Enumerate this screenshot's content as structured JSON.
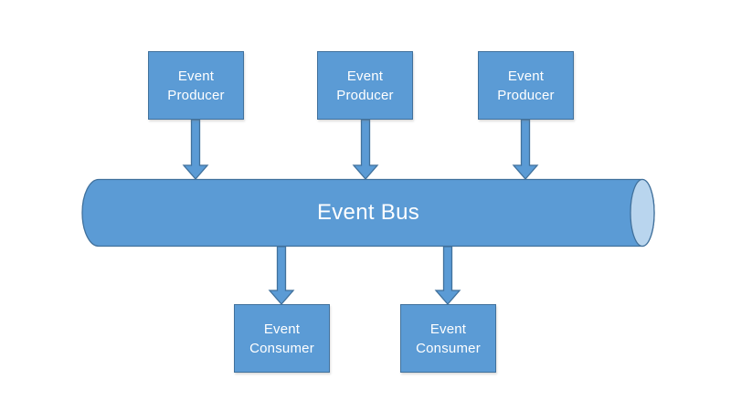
{
  "diagram": {
    "type": "architecture-diagram",
    "bus": {
      "label": "Event Bus"
    },
    "producers": [
      {
        "label": "Event Producer"
      },
      {
        "label": "Event Producer"
      },
      {
        "label": "Event Producer"
      }
    ],
    "consumers": [
      {
        "label": "Event Consumer"
      },
      {
        "label": "Event Consumer"
      }
    ],
    "edges": [
      {
        "from": "producer-1",
        "to": "event-bus"
      },
      {
        "from": "producer-2",
        "to": "event-bus"
      },
      {
        "from": "producer-3",
        "to": "event-bus"
      },
      {
        "from": "event-bus",
        "to": "consumer-1"
      },
      {
        "from": "event-bus",
        "to": "consumer-2"
      }
    ],
    "colors": {
      "shape_fill": "#5b9bd5",
      "shape_border": "#41719c",
      "cylinder_cap_fill": "#b9d5ee",
      "text": "#ffffff",
      "background": "#ffffff"
    }
  }
}
